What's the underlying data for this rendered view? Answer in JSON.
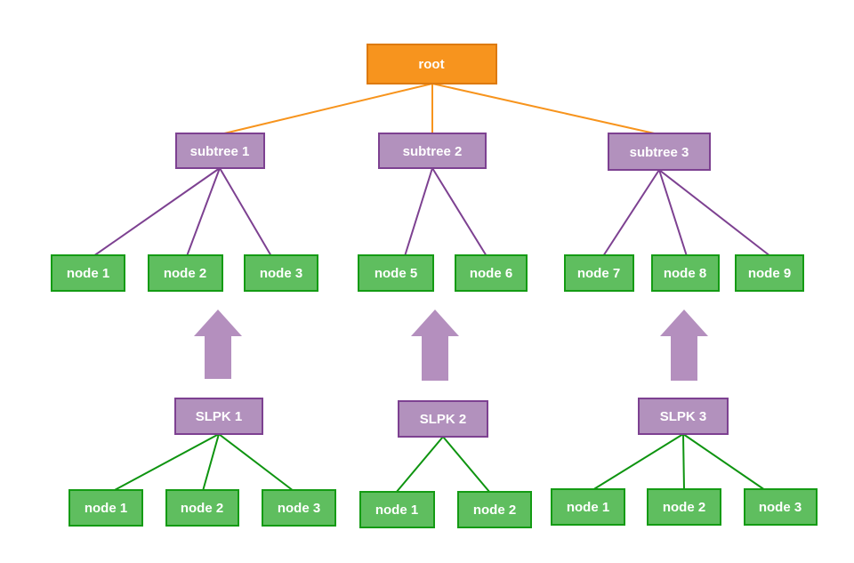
{
  "colors": {
    "root_fill": "#F7941E",
    "root_border": "#DD7A10",
    "orange_connector": "#F7941D",
    "purple_fill": "#B291BD",
    "purple_border": "#7D4191",
    "purple_connector": "#7D4191",
    "arrow_fill": "#B48FBE",
    "green_fill": "#5FBE5F",
    "green_border": "#149B14",
    "green_connector": "#0E9410",
    "label_text": "#FFFFFF"
  },
  "tree": {
    "root": "root",
    "subtrees": [
      "subtree 1",
      "subtree 2",
      "subtree 3"
    ],
    "subtree_children": [
      [
        "node 1",
        "node 2",
        "node 3"
      ],
      [
        "node 5",
        "node 6"
      ],
      [
        "node 7",
        "node 8",
        "node 9"
      ]
    ],
    "slpks": [
      "SLPK 1",
      "SLPK 2",
      "SLPK 3"
    ],
    "slpk_children": [
      [
        "node 1",
        "node 2",
        "node 3"
      ],
      [
        "node 1",
        "node 2"
      ],
      [
        "node 1",
        "node 2",
        "node 3"
      ]
    ]
  }
}
